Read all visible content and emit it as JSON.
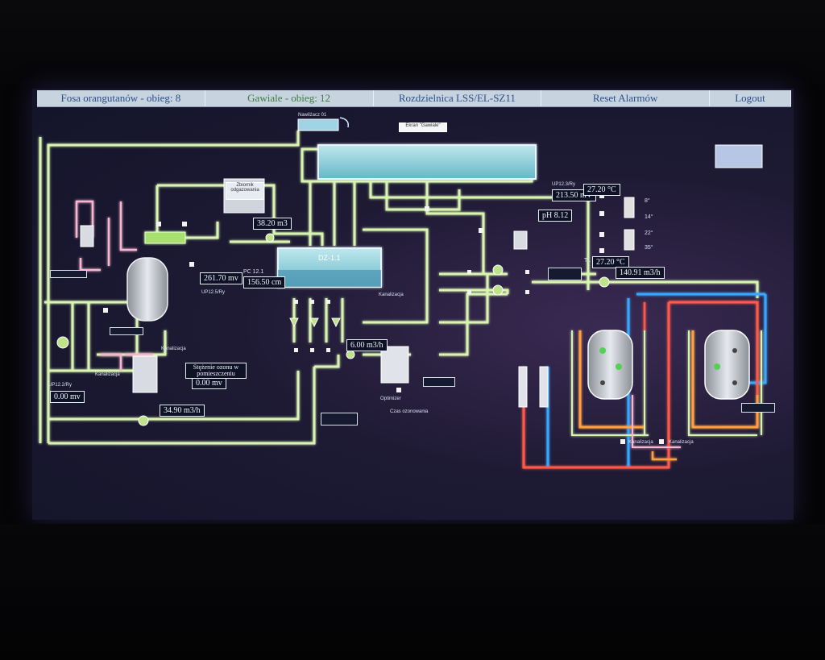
{
  "menu": {
    "fosa": "Fosa orangutanów - obieg: 8",
    "gawiale": "Gawiale - obieg: 12",
    "rozdzielnica": "Rozdzielnica LSS/EL-SZ11",
    "reset": "Reset Alarmów",
    "logout": "Logout"
  },
  "tanks": {
    "main": "DZ-1.1",
    "dosing": "Zbiornik odgazowania"
  },
  "readings": {
    "r1": "38.20 m3",
    "r2": "261.70 mv",
    "r3": "156.50 cm",
    "r4": "6.00 m3/h",
    "r5": "213.50 mV",
    "r6": "27.20 °C",
    "r7": "pH 8.12",
    "r8": "27.20 °C",
    "r9": "140.91 m3/h",
    "r10": "0.00 mv",
    "r11": "0.00 mv",
    "r12": "34.90 m3/h"
  },
  "labels": {
    "ozone": "Stężenie ozonu w pomieszczeniu",
    "pc": "PC 12.1",
    "kanal1": "Kanalizacja",
    "kanal2": "Kanalizacja",
    "kanal3": "Kanalizacja",
    "kanal4": "Kanalizacja",
    "kanal5": "Kanalizacja",
    "optimizer": "Optimizer",
    "czas": "Czas ozonowania",
    "tl": "TL",
    "up": "UP12.2/Ry",
    "up2": "UP12.5/Ry",
    "up3": "UP12.3/Ry",
    "scr_title": "Ekran \"Gawiale\"",
    "top_valve": "Nawilżacz 01",
    "d1": "8°",
    "d2": "14°",
    "d3": "22°",
    "d4": "35°"
  },
  "colors": {
    "water": "#d8f4b0",
    "blue_pipe": "#39a7ff",
    "red_pipe": "#ff5a4a",
    "orange_pipe": "#ffa040",
    "pink_pipe": "#f6b6d0"
  }
}
